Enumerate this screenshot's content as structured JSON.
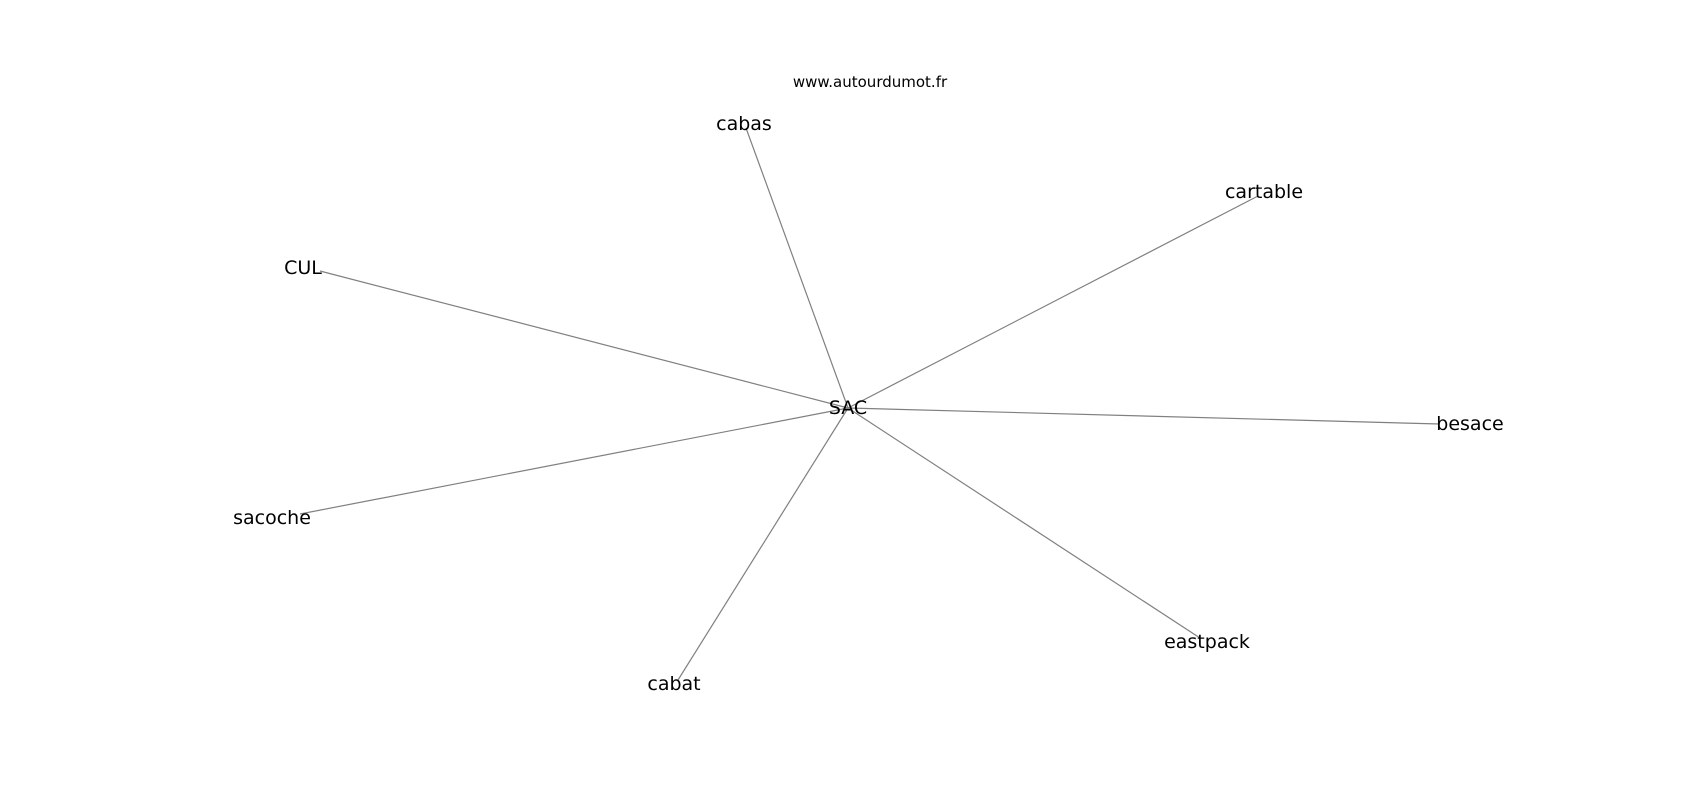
{
  "watermark": "www.autourdumot.fr",
  "colors": {
    "edge": "#808080",
    "label": "#000000",
    "background": "#ffffff"
  },
  "graph": {
    "center": "SAC",
    "nodes": [
      "SAC",
      "cabas",
      "cartable",
      "CUL",
      "besace",
      "sacoche",
      "eastpack",
      "cabat"
    ],
    "edges": [
      [
        "SAC",
        "cabas"
      ],
      [
        "SAC",
        "cartable"
      ],
      [
        "SAC",
        "CUL"
      ],
      [
        "SAC",
        "besace"
      ],
      [
        "SAC",
        "sacoche"
      ],
      [
        "SAC",
        "eastpack"
      ],
      [
        "SAC",
        "cabat"
      ]
    ]
  }
}
